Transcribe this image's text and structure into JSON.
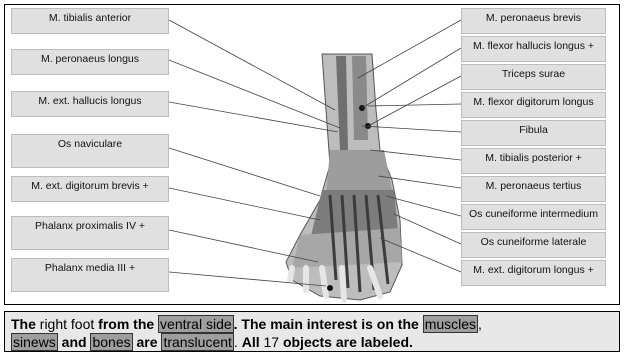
{
  "figure": {
    "left_labels": [
      "M. tibialis anterior",
      "M. peronaeus longus",
      "M. ext. hallucis longus",
      "Os naviculare",
      "M. ext. digitorum brevis +",
      "Phalanx proximalis IV +",
      "Phalanx media III +"
    ],
    "right_labels": [
      "M. peronaeus brevis",
      "M. flexor hallucis longus +",
      "Triceps surae",
      "M. flexor digitorum longus",
      "Fibula",
      "M. tibialis posterior +",
      "M. peronaeus tertius",
      "Os cuneiforme intermedium",
      "Os cuneiforme laterale",
      "M. ext. digitorum longus +"
    ]
  },
  "caption": {
    "p1": "The",
    "p2": " right foot ",
    "p3": "from the",
    "hl1": "ventral side",
    "p4": ".  The main interest is on the",
    "hl2": "muscles",
    "p5": ",",
    "hl3": "sinews",
    "p6": " and ",
    "hl4": "bones",
    "p7": " are ",
    "hl5": "translucent",
    "p8": ".  ",
    "p9": "All",
    "p10": " 17 ",
    "p11": "objects are labeled."
  },
  "colors": {
    "label_bg": "#e0e0e0",
    "caption_bg": "#e8e8e8",
    "highlight": "#9e9e9e"
  }
}
